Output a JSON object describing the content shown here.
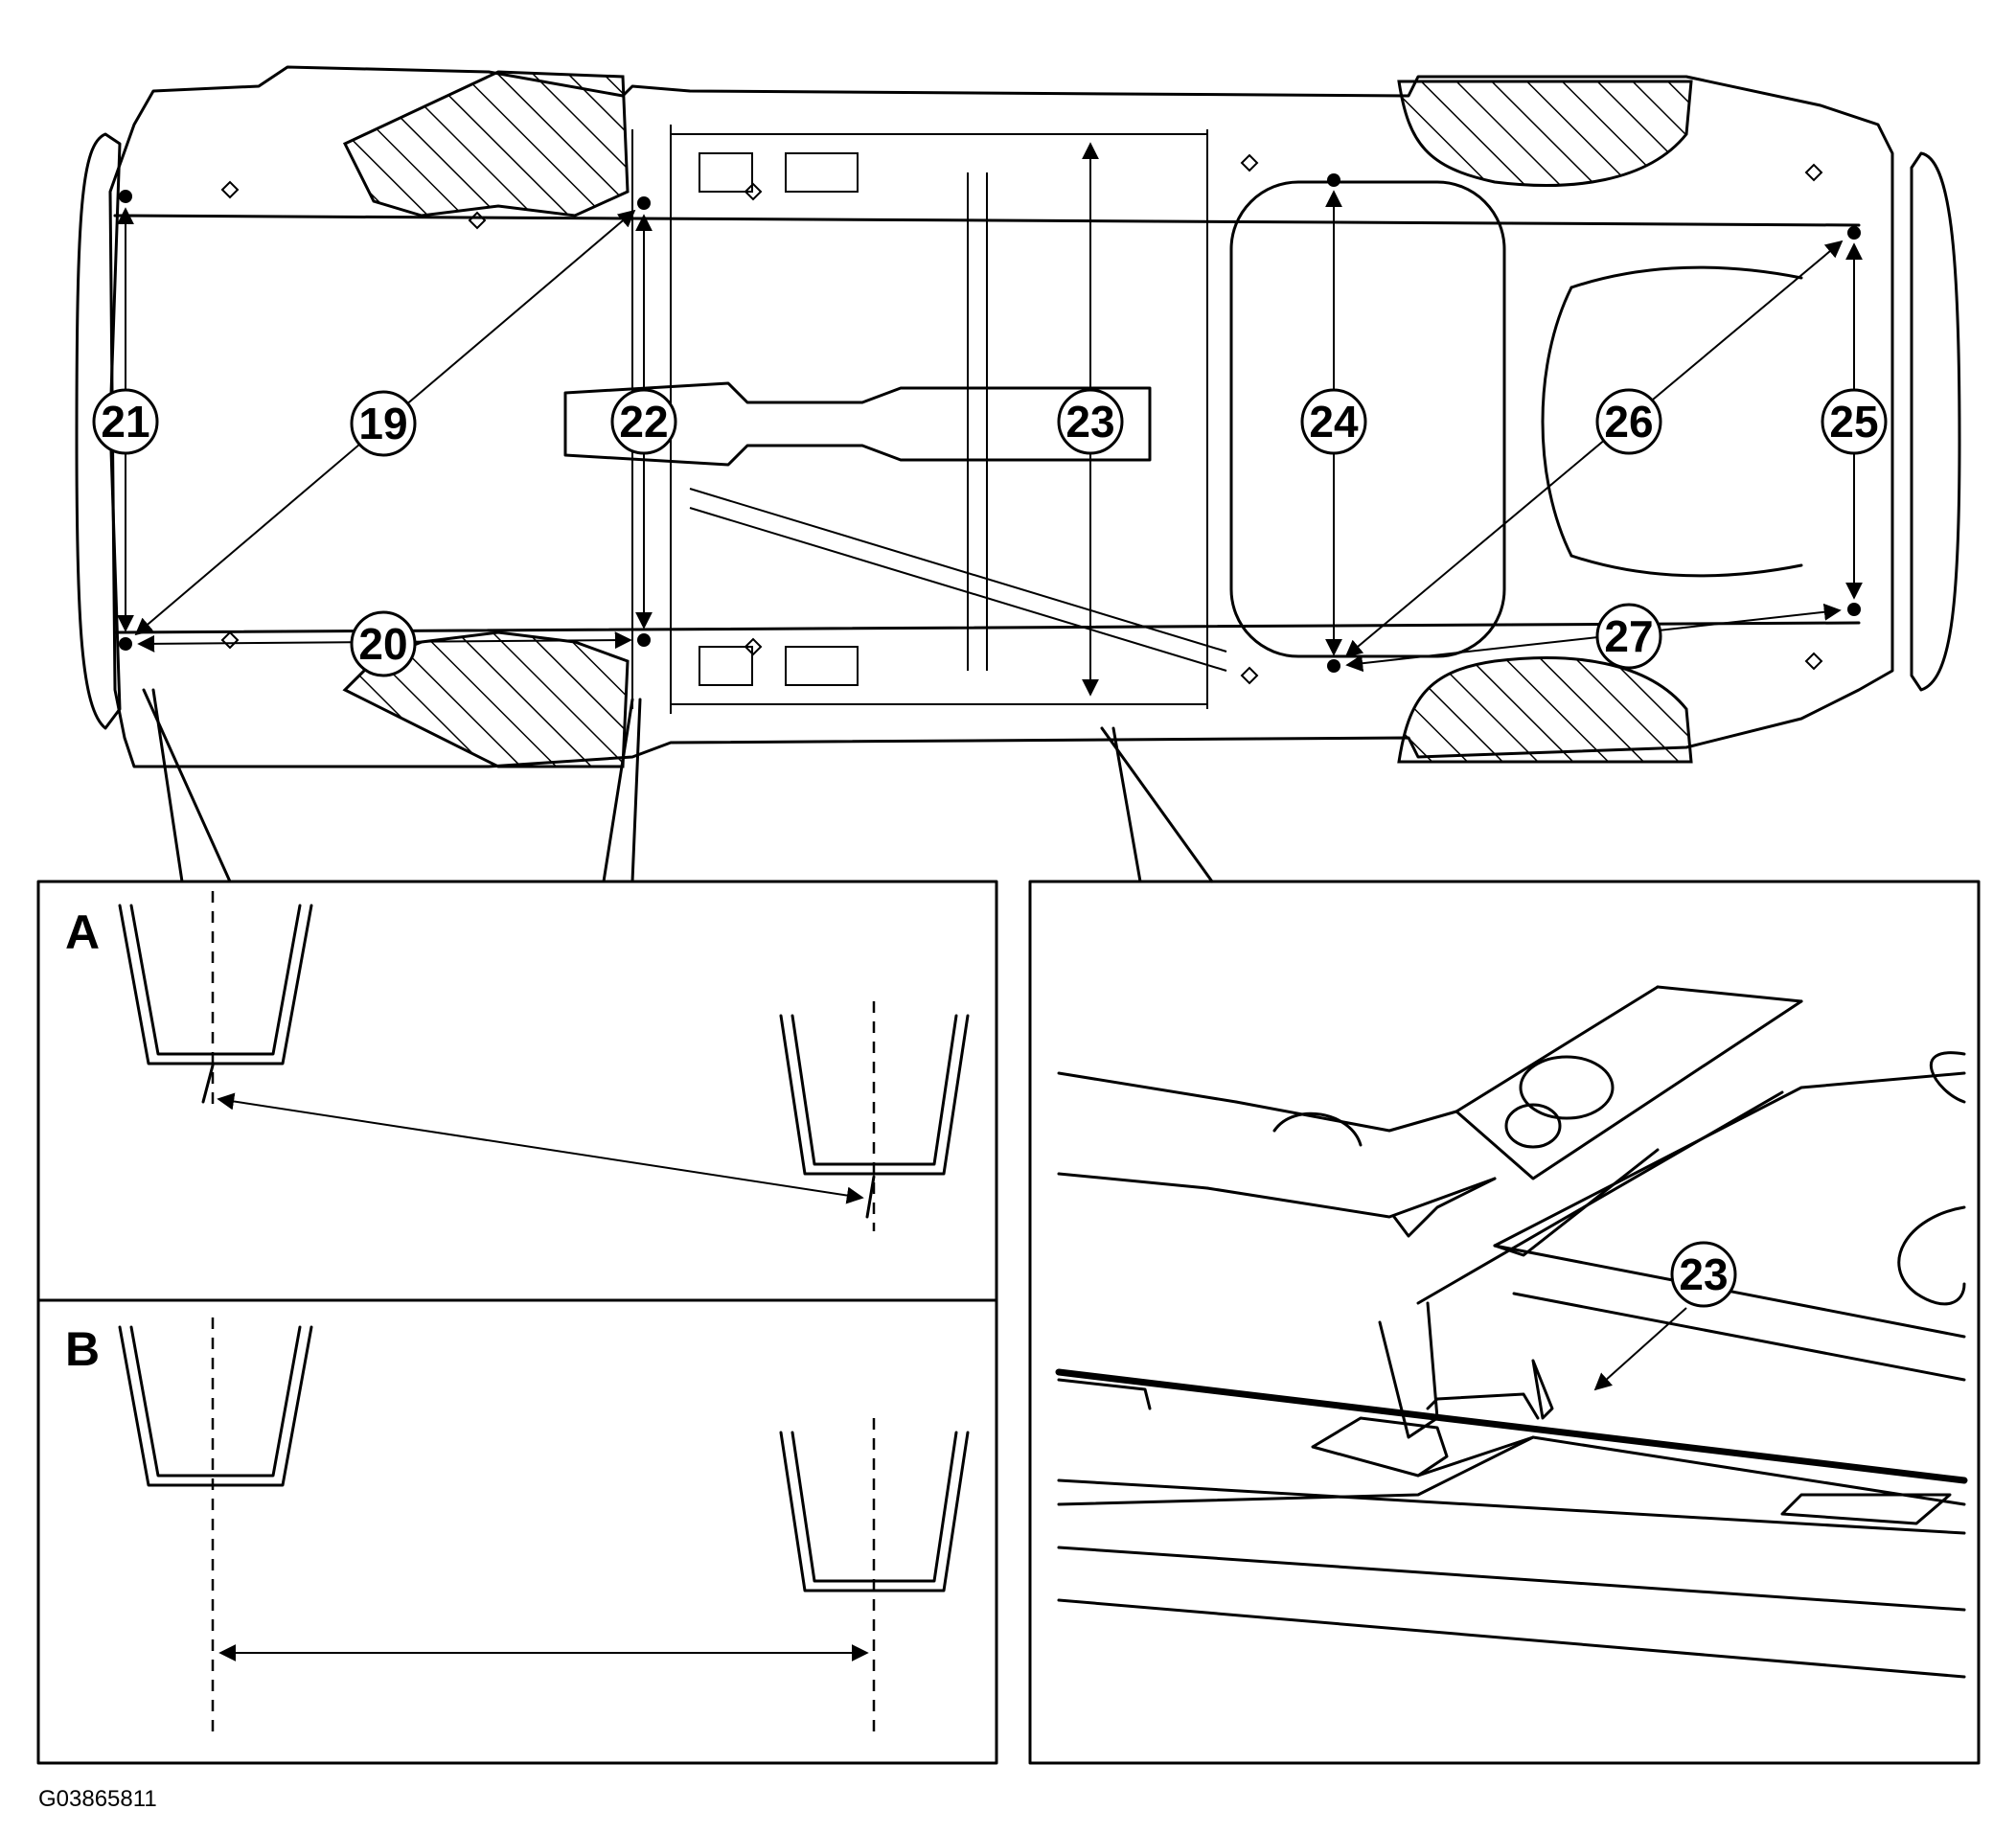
{
  "callouts": {
    "c19": "19",
    "c20": "20",
    "c21": "21",
    "c22": "22",
    "c23": "23",
    "c24": "24",
    "c25": "25",
    "c26": "26",
    "c27": "27",
    "detail23": "23"
  },
  "panels": {
    "a": "A",
    "b": "B"
  },
  "figure_id": "G03865811"
}
